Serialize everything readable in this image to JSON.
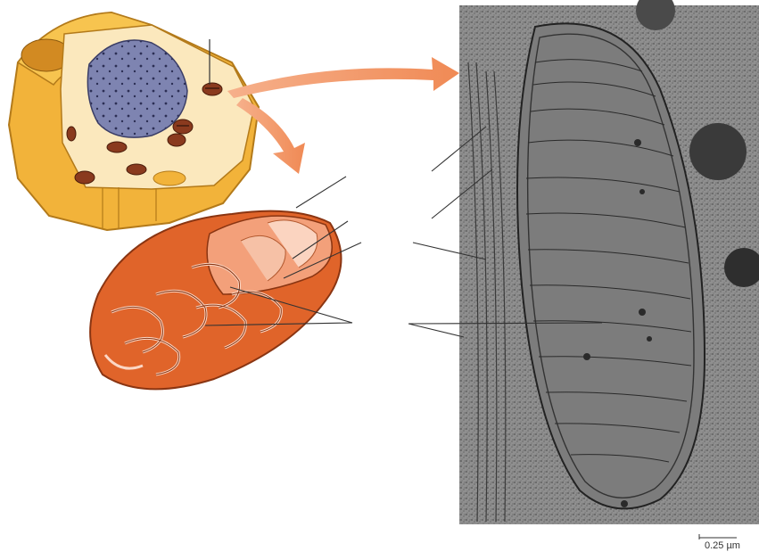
{
  "figure": {
    "scale_bar_label": "0.25 µm",
    "colors": {
      "cell_wall": "#f2b33a",
      "cytoplasm": "#fbe6b8",
      "nucleus": "#7f84b0",
      "mitochondrion": "#e0642a",
      "mitochondrion_light": "#f6a889",
      "arrow": "#f08a55",
      "micrograph": "#8d8d8d"
    },
    "icons": [
      "cell-cutaway-illustration",
      "mitochondrion-cutaway-illustration",
      "electron-micrograph"
    ]
  }
}
